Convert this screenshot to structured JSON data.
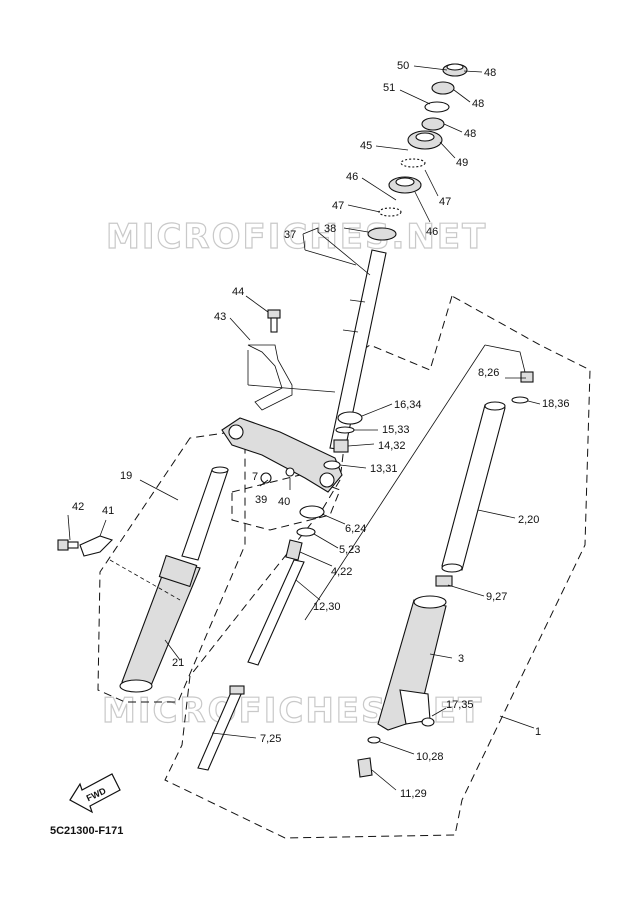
{
  "watermark": "MICROFICHES.NET",
  "diagram_code": "5C21300-F171",
  "fwd_label": "FWD",
  "callouts": {
    "c50": "50",
    "c48a": "48",
    "c51": "51",
    "c48b": "48",
    "c48c": "48",
    "c45": "45",
    "c49": "49",
    "c46a": "46",
    "c47a": "47",
    "c47b": "47",
    "c46b": "46",
    "c37": "37",
    "c38": "38",
    "c44": "44",
    "c43": "43",
    "c16_34": "16,34",
    "c15_33": "15,33",
    "c14_32": "14,32",
    "c13_31": "13,31",
    "c19": "19",
    "c7": "7",
    "c39": "39",
    "c40": "40",
    "c6_24": "6,24",
    "c5_23": "5,23",
    "c4_22": "4,22",
    "c12_30": "12,30",
    "c42": "42",
    "c41": "41",
    "c21": "21",
    "c8_26": "8,26",
    "c18_36": "18,36",
    "c2_20": "2,20",
    "c9_27": "9,27",
    "c3": "3",
    "c17_35": "17,35",
    "c1": "1",
    "c10_28": "10,28",
    "c11_29": "11,29",
    "c7_25": "7,25"
  }
}
